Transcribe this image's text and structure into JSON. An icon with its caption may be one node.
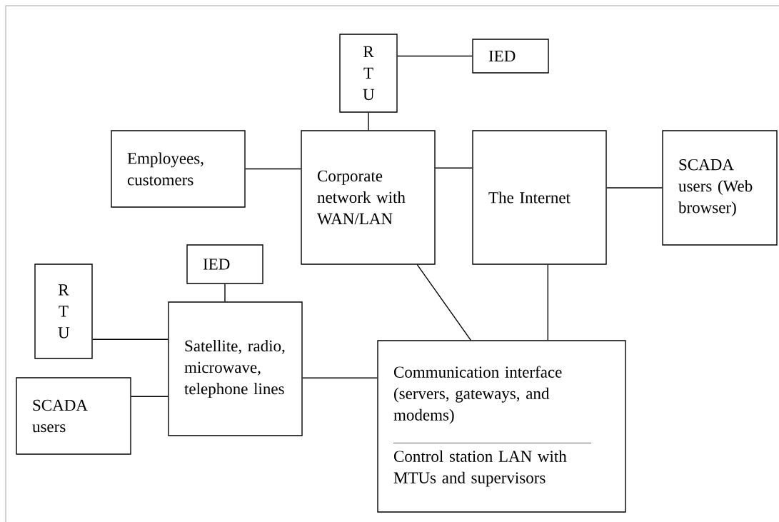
{
  "diagram": {
    "nodes": [
      {
        "text": [
          "R T U"
        ]
      },
      {
        "text": [
          "IED"
        ]
      },
      {
        "text": [
          "Employees, customers"
        ]
      },
      {
        "text": [
          "Corporate network with WAN/LAN"
        ]
      },
      {
        "text": [
          "The Internet"
        ]
      },
      {
        "text": [
          "SCADA users (Web browser)"
        ]
      },
      {
        "text": [
          "IED"
        ]
      },
      {
        "text": [
          "R T U"
        ]
      },
      {
        "text": [
          "Satellite, radio, microwave, telephone lines"
        ]
      },
      {
        "text": [
          "SCADA users"
        ]
      },
      {
        "text": [
          "Communication interface (servers, gateways, and modems)",
          "Control station LAN with MTUs and supervisors"
        ]
      }
    ],
    "edges": [
      {
        "from": 0,
        "to": 1,
        "arrow": "none"
      },
      {
        "from": 0,
        "to": 3,
        "arrow": "none"
      },
      {
        "from": 2,
        "to": 3,
        "arrow": "none"
      },
      {
        "from": 3,
        "to": 4,
        "arrow": "none"
      },
      {
        "from": 4,
        "to": 5,
        "arrow": "none"
      },
      {
        "from": 6,
        "to": 8,
        "arrow": "none"
      },
      {
        "from": 7,
        "to": 8,
        "arrow": "none"
      },
      {
        "from": 9,
        "to": 8,
        "arrow": "none"
      },
      {
        "from": 8,
        "to": 10,
        "arrow": "none"
      },
      {
        "from": 3,
        "to": 10,
        "arrow": "none"
      },
      {
        "from": 4,
        "to": 10,
        "arrow": "none"
      }
    ]
  }
}
